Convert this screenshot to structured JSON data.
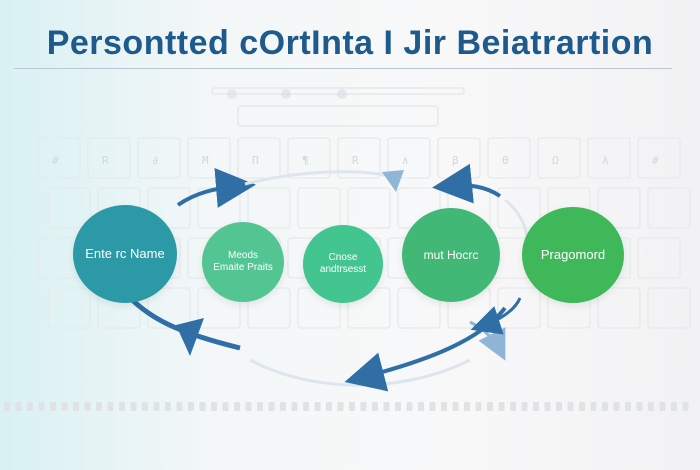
{
  "title": "Persontted cOrtInta I Jir Beiatrartion",
  "steps": [
    {
      "label": "Ente rc Name",
      "color": "#2c9aa6"
    },
    {
      "label": "Meods\nEmaite Praits",
      "color": "#52c592"
    },
    {
      "label": "Cnose\nandtrsesst",
      "color": "#42c58f"
    },
    {
      "label": "mut Hocrc",
      "color": "#42b877"
    },
    {
      "label": "Pragomord",
      "color": "#3fb85a"
    }
  ],
  "colors": {
    "title": "#1f5a8c",
    "arrow_dark": "#2f6fa6",
    "arrow_light": "#8fb6d6"
  }
}
